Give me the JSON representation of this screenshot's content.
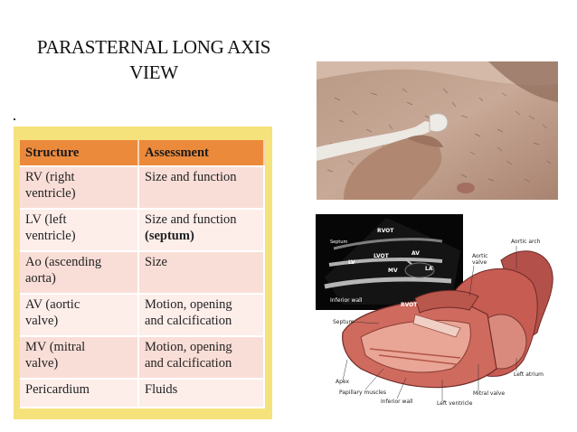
{
  "title": {
    "line1": "PARASTERNAL LONG AXIS",
    "line2": "VIEW"
  },
  "table": {
    "headers": [
      "Structure",
      "Assessment"
    ],
    "rows": [
      {
        "structure_l1": "RV (right",
        "structure_l2": "ventricle)",
        "assessment_l1": "Size and function",
        "assessment_l2": ""
      },
      {
        "structure_l1": "LV (left",
        "structure_l2": "ventricle)",
        "assessment_l1": "Size and function",
        "assessment_l2": "(septum)"
      },
      {
        "structure_l1": "Ao (ascending",
        "structure_l2": "aorta)",
        "assessment_l1": "Size",
        "assessment_l2": ""
      },
      {
        "structure_l1": "AV (aortic",
        "structure_l2": "valve)",
        "assessment_l1": "Motion, opening",
        "assessment_l2": "and calcification"
      },
      {
        "structure_l1": "MV (mitral",
        "structure_l2": "valve)",
        "assessment_l1": "Motion, opening",
        "assessment_l2": "and calcification"
      },
      {
        "structure_l1": "Pericardium",
        "structure_l2": "",
        "assessment_l1": "Fluids",
        "assessment_l2": ""
      }
    ]
  },
  "echo_labels": {
    "rvot": "RVOT",
    "septum": "Septum",
    "lv": "LV",
    "lvot": "LVOT",
    "av": "AV",
    "mv": "MV",
    "la": "LA",
    "inferior_wall": "Inferior wall"
  },
  "anatomy_labels": {
    "aortic_arch": "Aortic arch",
    "aortic_valve_1": "Aortic",
    "aortic_valve_2": "valve",
    "rvot": "RVOT",
    "septum": "Septum",
    "apex": "Apex",
    "papillary_muscles": "Papillary muscles",
    "inferior_wall": "Inferior wall",
    "left_ventricle": "Left ventricle",
    "mitral_valve": "Mitral valve",
    "left_atrium": "Left atrium"
  },
  "colors": {
    "table_bg": "#f6e27a",
    "header_bg": "#ec8a3c",
    "row_odd": "#f9ded7",
    "row_even": "#fdeeea"
  }
}
